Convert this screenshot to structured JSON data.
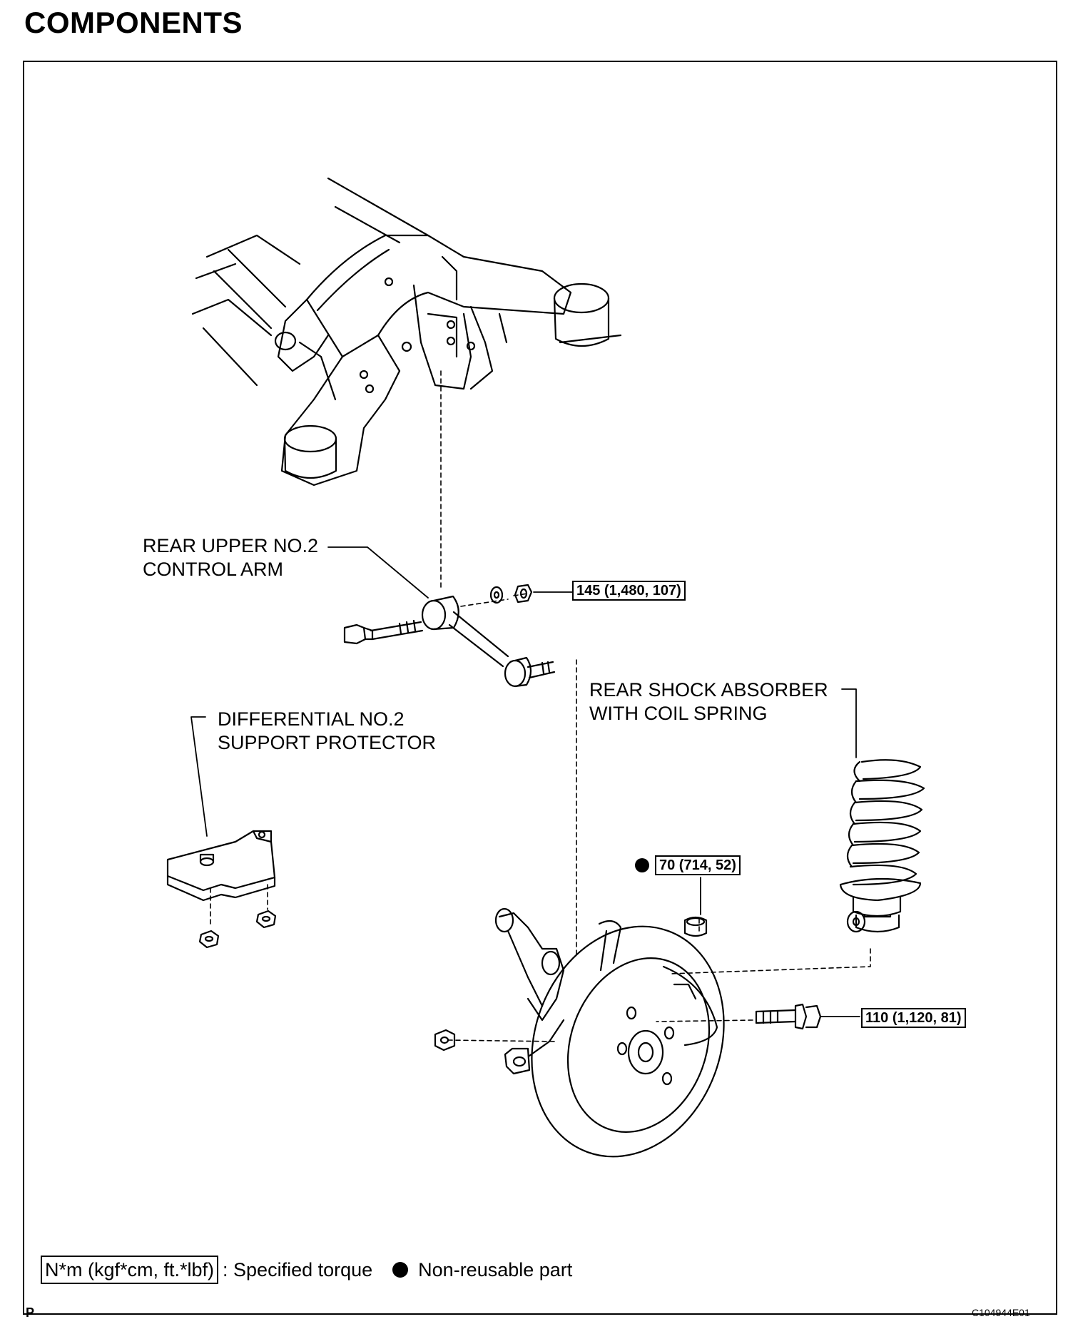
{
  "title": "COMPONENTS",
  "labels": {
    "control_arm": "REAR UPPER NO.2\nCONTROL ARM",
    "shock_absorber": "REAR SHOCK ABSORBER\nWITH COIL SPRING",
    "protector": "DIFFERENTIAL NO.2\nSUPPORT PROTECTOR"
  },
  "torques": {
    "control_arm_nut": "145 (1,480, 107)",
    "knuckle_nut": "70 (714, 52)",
    "shock_bolt": "110 (1,120, 81)"
  },
  "legend": {
    "torque_unit": "N*m (kgf*cm, ft.*lbf)",
    "torque_text": ": Specified torque",
    "non_reusable_text": "Non-reusable part"
  },
  "page_letter": "P",
  "illustration_code": "C104944E01"
}
